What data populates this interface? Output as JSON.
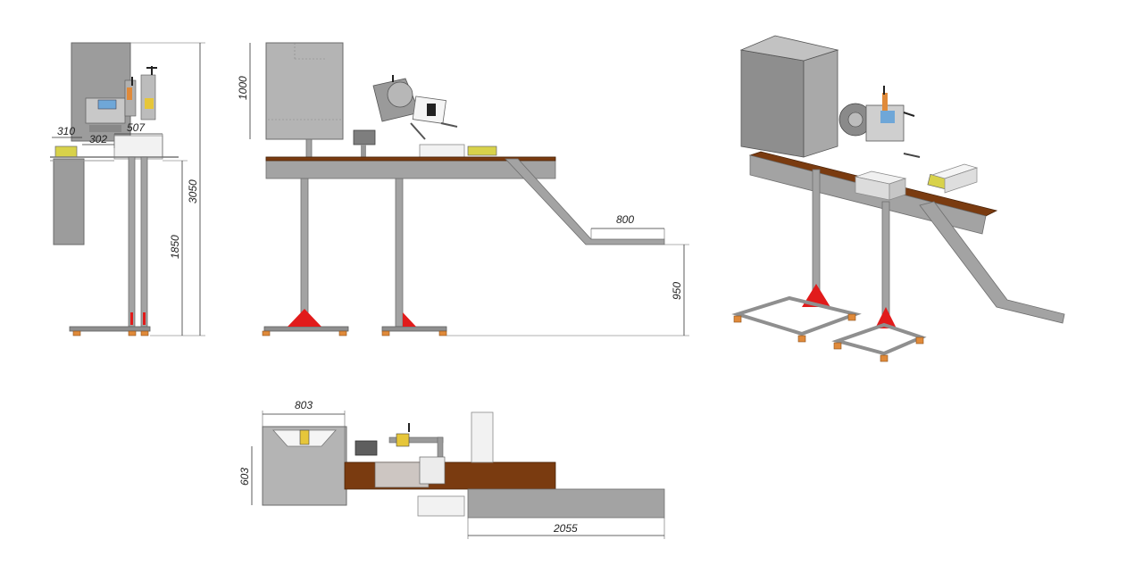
{
  "drawing": {
    "side_view": {
      "dim_310": "310",
      "dim_302": "302",
      "dim_507": "507",
      "dim_3050": "3050",
      "dim_1850": "1850"
    },
    "front_view": {
      "dim_1000": "1000",
      "dim_800": "800",
      "dim_950": "950"
    },
    "top_view": {
      "dim_803": "803",
      "dim_603": "603",
      "dim_2055": "2055"
    }
  },
  "colors": {
    "frame": "#a3a3a3",
    "belt": "#7a3b10",
    "brace": "#e11b1b",
    "foot": "#e08a3a",
    "product": "#d8d24a"
  }
}
